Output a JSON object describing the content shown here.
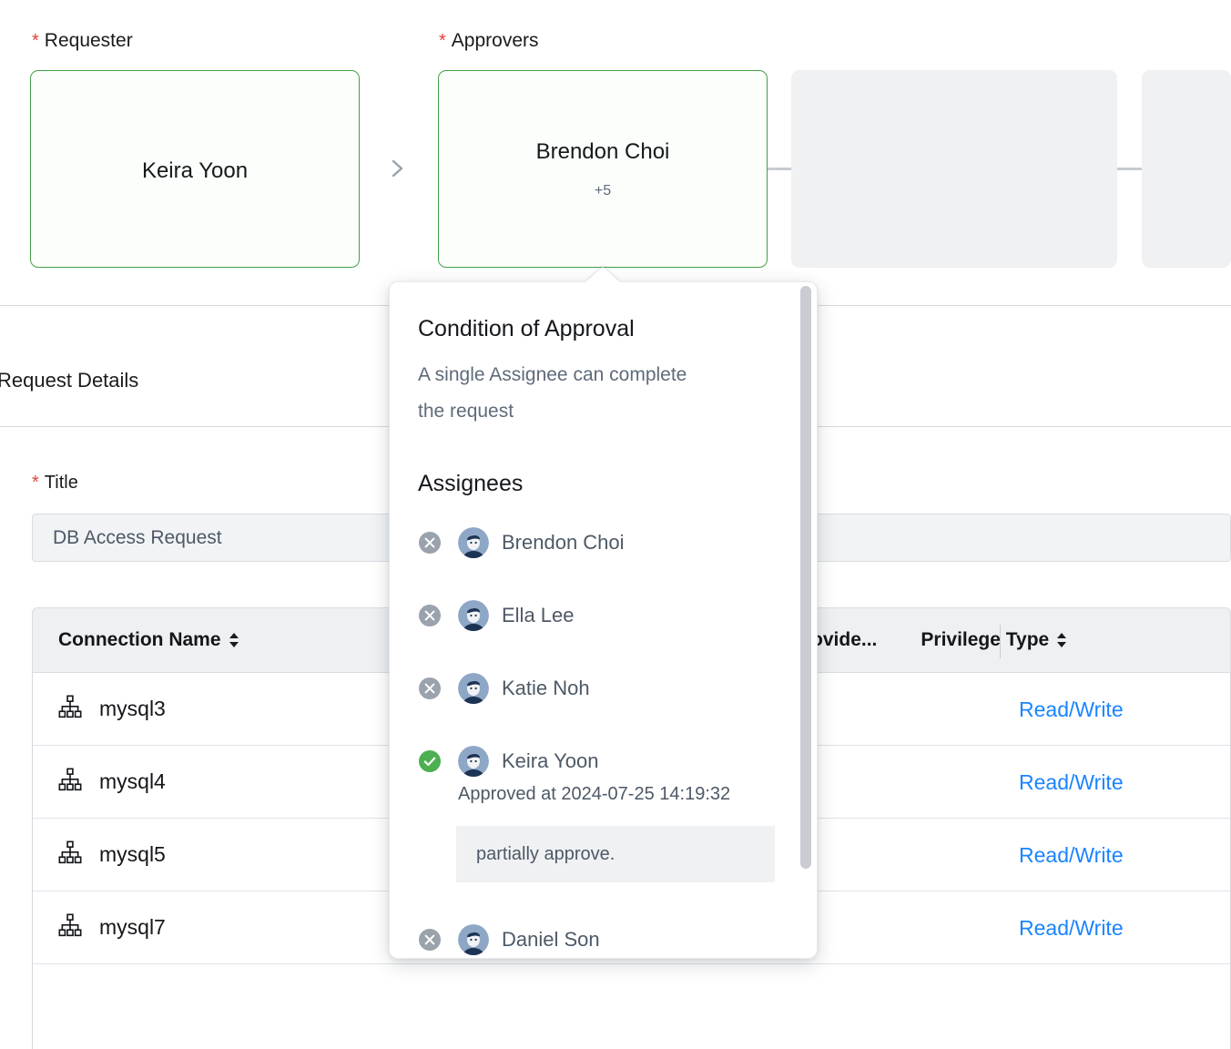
{
  "workflow": {
    "requester": {
      "label": "Requester",
      "required_mark": "*",
      "name": "Keira Yoon"
    },
    "approvers": {
      "label": "Approvers",
      "required_mark": "*",
      "name": "Brendon Choi",
      "extra_count": "+5"
    },
    "empty_boxes": 2,
    "step_separator_icon": "chevron-right-icon",
    "accent_active_border": "#43a047",
    "accent_active_fill": "#fbfefb",
    "empty_fill": "#f0f1f3"
  },
  "details": {
    "section_title": "Request Details",
    "title_field": {
      "label": "Title",
      "required_mark": "*",
      "value": "DB Access Request"
    }
  },
  "table": {
    "columns": [
      {
        "label": "Connection Name",
        "sortable": true
      },
      {
        "label": "oud Provide...",
        "sortable": false
      },
      {
        "label": "Privilege Type",
        "sortable": true
      }
    ],
    "rows": [
      {
        "icon": "connection-hierarchy-icon",
        "connection": "mysql3",
        "cloud_provider": "",
        "privilege": "Read/Write"
      },
      {
        "icon": "connection-hierarchy-icon",
        "connection": "mysql4",
        "cloud_provider": "",
        "privilege": "Read/Write"
      },
      {
        "icon": "connection-hierarchy-icon",
        "connection": "mysql5",
        "cloud_provider": "",
        "privilege": "Read/Write"
      },
      {
        "icon": "connection-hierarchy-icon",
        "connection": "mysql7",
        "cloud_provider": "",
        "privilege": "Read/Write"
      }
    ],
    "link_color": "#1a84ff"
  },
  "popover": {
    "title": "Condition of Approval",
    "subtitle": "A single Assignee can complete the request",
    "assignees_heading": "Assignees",
    "assignees": [
      {
        "name": "Brendon Choi",
        "status": "pending",
        "status_icon": "circle-x-icon"
      },
      {
        "name": "Ella Lee",
        "status": "pending",
        "status_icon": "circle-x-icon"
      },
      {
        "name": "Katie Noh",
        "status": "pending",
        "status_icon": "circle-x-icon"
      },
      {
        "name": "Keira Yoon",
        "status": "approved",
        "status_icon": "circle-check-icon",
        "approved_at": "Approved at 2024-07-25 14:19:32",
        "comment": "partially approve."
      },
      {
        "name": "Daniel Son",
        "status": "pending",
        "status_icon": "circle-x-icon"
      }
    ],
    "approved_color": "#4caf50",
    "pending_color": "#9aa2ab"
  }
}
